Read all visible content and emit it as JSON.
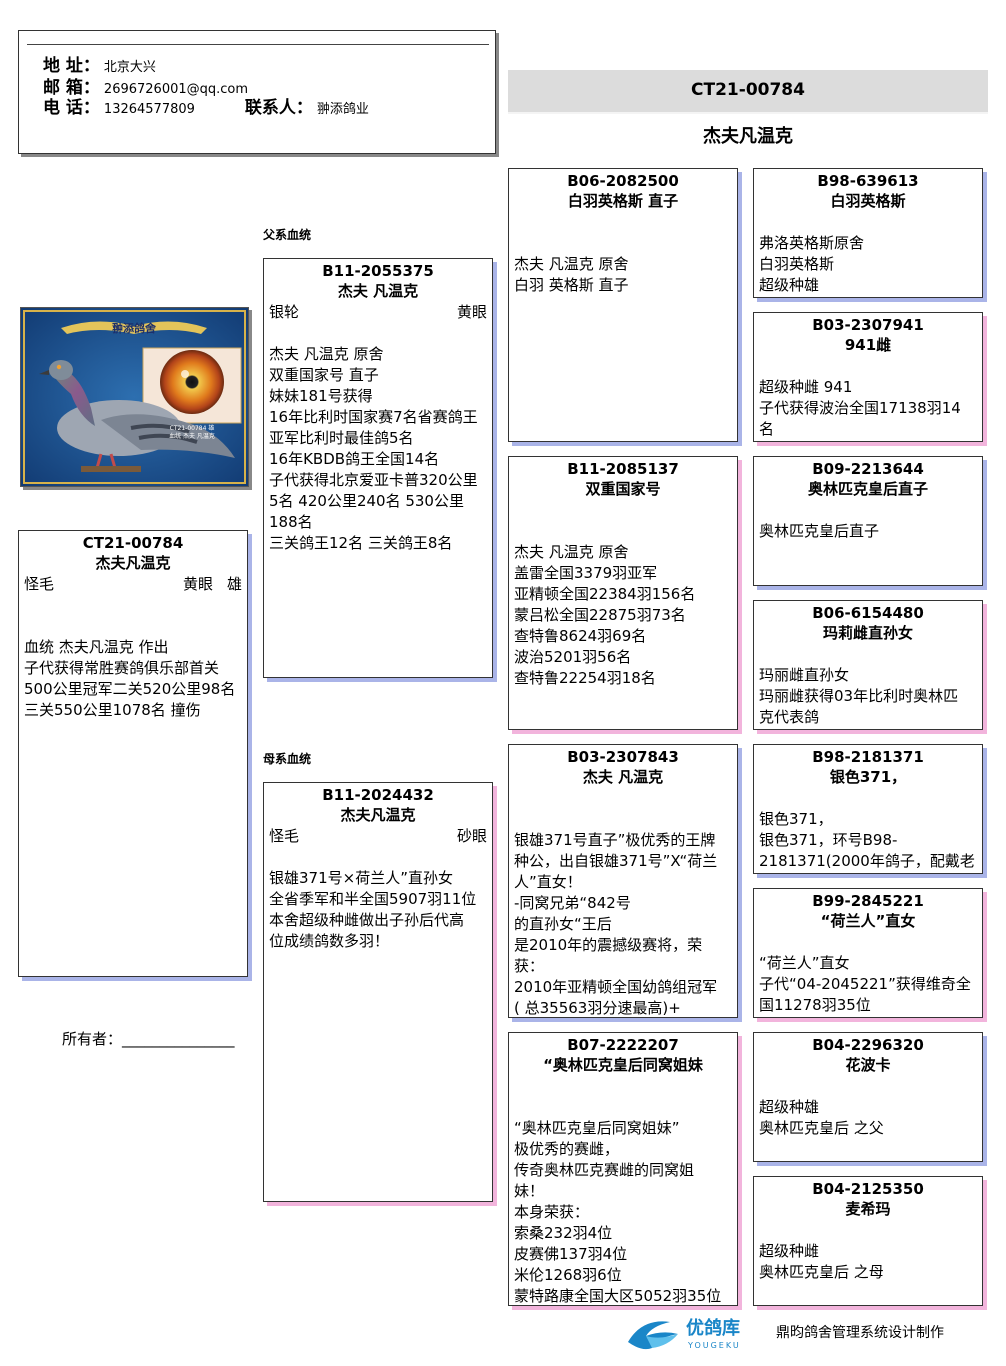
{
  "contact": {
    "address_label": "地 址：",
    "address": "北京大兴",
    "email_label": "邮 箱：",
    "email": "2696726001@qq.com",
    "phone_label": "电 话：",
    "phone": "13264577809",
    "contact_label": "联系人：",
    "contact_name": "翀添鸽业"
  },
  "title": {
    "ring": "CT21-00784",
    "name": "杰夫凡温克"
  },
  "photo": {
    "caption_line1": "CT21-00784  雄",
    "caption_line2": "血统 杰夫 凡温克"
  },
  "subject": {
    "ring": "CT21-00784",
    "name": "杰夫凡温克",
    "feather": "怪毛",
    "eye": "黄眼",
    "sex": "雄",
    "desc": "血统 杰夫凡温克 作出\n子代获得常胜赛鸽俱乐部首关\n500公里冠军二关520公里98名\n三关550公里1078名 撞伤"
  },
  "owner_label": "所有者：_______________",
  "sire_label": "父系血统",
  "dam_label": "母系血统",
  "sire": {
    "ring": "B11-2055375",
    "name": "杰夫 凡温克",
    "feather": "银轮",
    "eye": "黄眼",
    "desc": "杰夫 凡温克 原舍\n双重国家号 直子\n妹妹181号获得\n16年比利时国家赛7名省赛鸽王\n亚军比利时最佳鸽5名\n16年KBDB鸽王全国14名\n子代获得北京爱亚卡普320公里\n5名 420公里240名 530公里\n188名\n三关鸽王12名 三关鸽王8名"
  },
  "dam": {
    "ring": "B11-2024432",
    "name": "杰夫凡温克",
    "feather": "怪毛",
    "eye": "砂眼",
    "desc": "银雄371号×荷兰人”直孙女\n全省季军和半全国5907羽11位\n本舍超级种雌做出子孙后代高\n位成绩鸽数多羽！"
  },
  "ss": {
    "ring": "B06-2082500",
    "name": "白羽英格斯 直子",
    "desc": "杰夫 凡温克 原舍\n白羽 英格斯 直子"
  },
  "sd": {
    "ring": "B11-2085137",
    "name": "双重国家号",
    "desc": "杰夫 凡温克 原舍\n盖雷全国3379羽亚军\n亚精顿全国22384羽156名\n蒙吕松全国22875羽73名\n查特鲁8624羽69名\n波治5201羽56名\n查特鲁22254羽18名"
  },
  "ds": {
    "ring": "B03-2307843",
    "name": "杰夫 凡温克",
    "desc": "银雄371号直子”极优秀的王牌\n种公，出自银雄371号”X“荷兰\n人”直女！\n-同窝兄弟“842号\n的直孙女“王后\n是2010年的震撼级赛将，荣\n获：\n2010年亚精顿全国幼鸽组冠军\n( 总35563羽分速最高)+"
  },
  "dd": {
    "ring": "B07-2222207",
    "name": "“奥林匹克皇后同窝姐妹",
    "desc": "“奥林匹克皇后同窝姐妹”\n极优秀的赛雌，\n传奇奥林匹克赛雌的同窝姐\n妹！\n本身荣获：\n索桑232羽4位\n皮赛佛137羽4位\n米伦1268羽6位\n蒙特路康全国大区5052羽35位"
  },
  "sss": {
    "ring": "B98-639613",
    "name": "白羽英格斯",
    "desc": "弗洛英格斯原舍\n白羽英格斯\n超级种雄"
  },
  "ssd": {
    "ring": "B03-2307941",
    "name": "941雌",
    "desc": "超级种雌 941\n子代获得波治全国17138羽14\n名"
  },
  "sds": {
    "ring": "B09-2213644",
    "name": "奥林匹克皇后直子",
    "desc": "奥林匹克皇后直子"
  },
  "sdd": {
    "ring": "B06-6154480",
    "name": "玛莉雌直孙女",
    "desc": "玛丽雌直孙女\n玛丽雌获得03年比利时奥林匹\n克代表鸽"
  },
  "dss": {
    "ring": "B98-2181371",
    "name": "银色371，",
    "desc": "银色371，\n银色371，环号B98-\n2181371(2000年鸽子，配戴老"
  },
  "dsd": {
    "ring": "B99-2845221",
    "name": "“荷兰人”直女",
    "desc": "“荷兰人”直女\n子代“04-2045221”获得维奇全\n国11278羽35位"
  },
  "dds": {
    "ring": "B04-2296320",
    "name": "花波卡",
    "desc": "超级种雄\n 奥林匹克皇后 之父"
  },
  "ddd": {
    "ring": "B04-2125350",
    "name": "麦希玛",
    "desc": "超级种雌\n奥林匹克皇后 之母"
  },
  "footer": {
    "brand": "优鸽库",
    "brand_en": "YOUGEKU",
    "credit": "鼎昀鸽舍管理系统设计制作"
  }
}
